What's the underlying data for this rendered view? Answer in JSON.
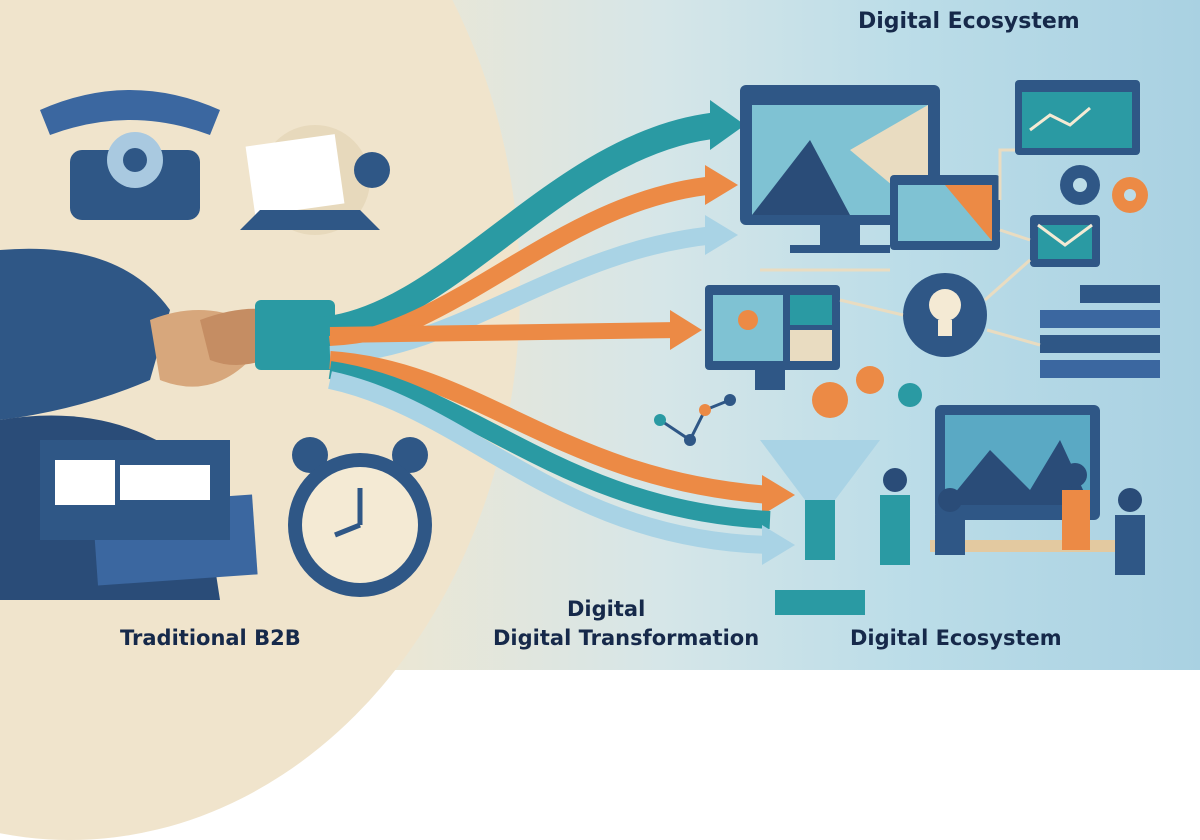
{
  "labels": {
    "top_title": "Digital Ecosystem",
    "traditional": "Traditional B2B",
    "transformation_line1": "Digital",
    "transformation_line2": "Digital Transformation",
    "ecosystem": "Digital Ecosystem"
  },
  "icons": {
    "left": [
      "rotary-phone",
      "rolodex",
      "handshake",
      "business-cards",
      "alarm-clock"
    ],
    "right": [
      "desktop-monitor",
      "analytics-screen",
      "gears",
      "small-monitor",
      "email-window",
      "lightbulb",
      "server-rack",
      "image-monitor",
      "graph-nodes",
      "funnel",
      "team-meeting"
    ]
  },
  "colors": {
    "navy": "#2f5786",
    "teal": "#2a9aa3",
    "orange": "#ec8a45",
    "light_blue": "#a9d3e5",
    "text": "#16294a"
  }
}
